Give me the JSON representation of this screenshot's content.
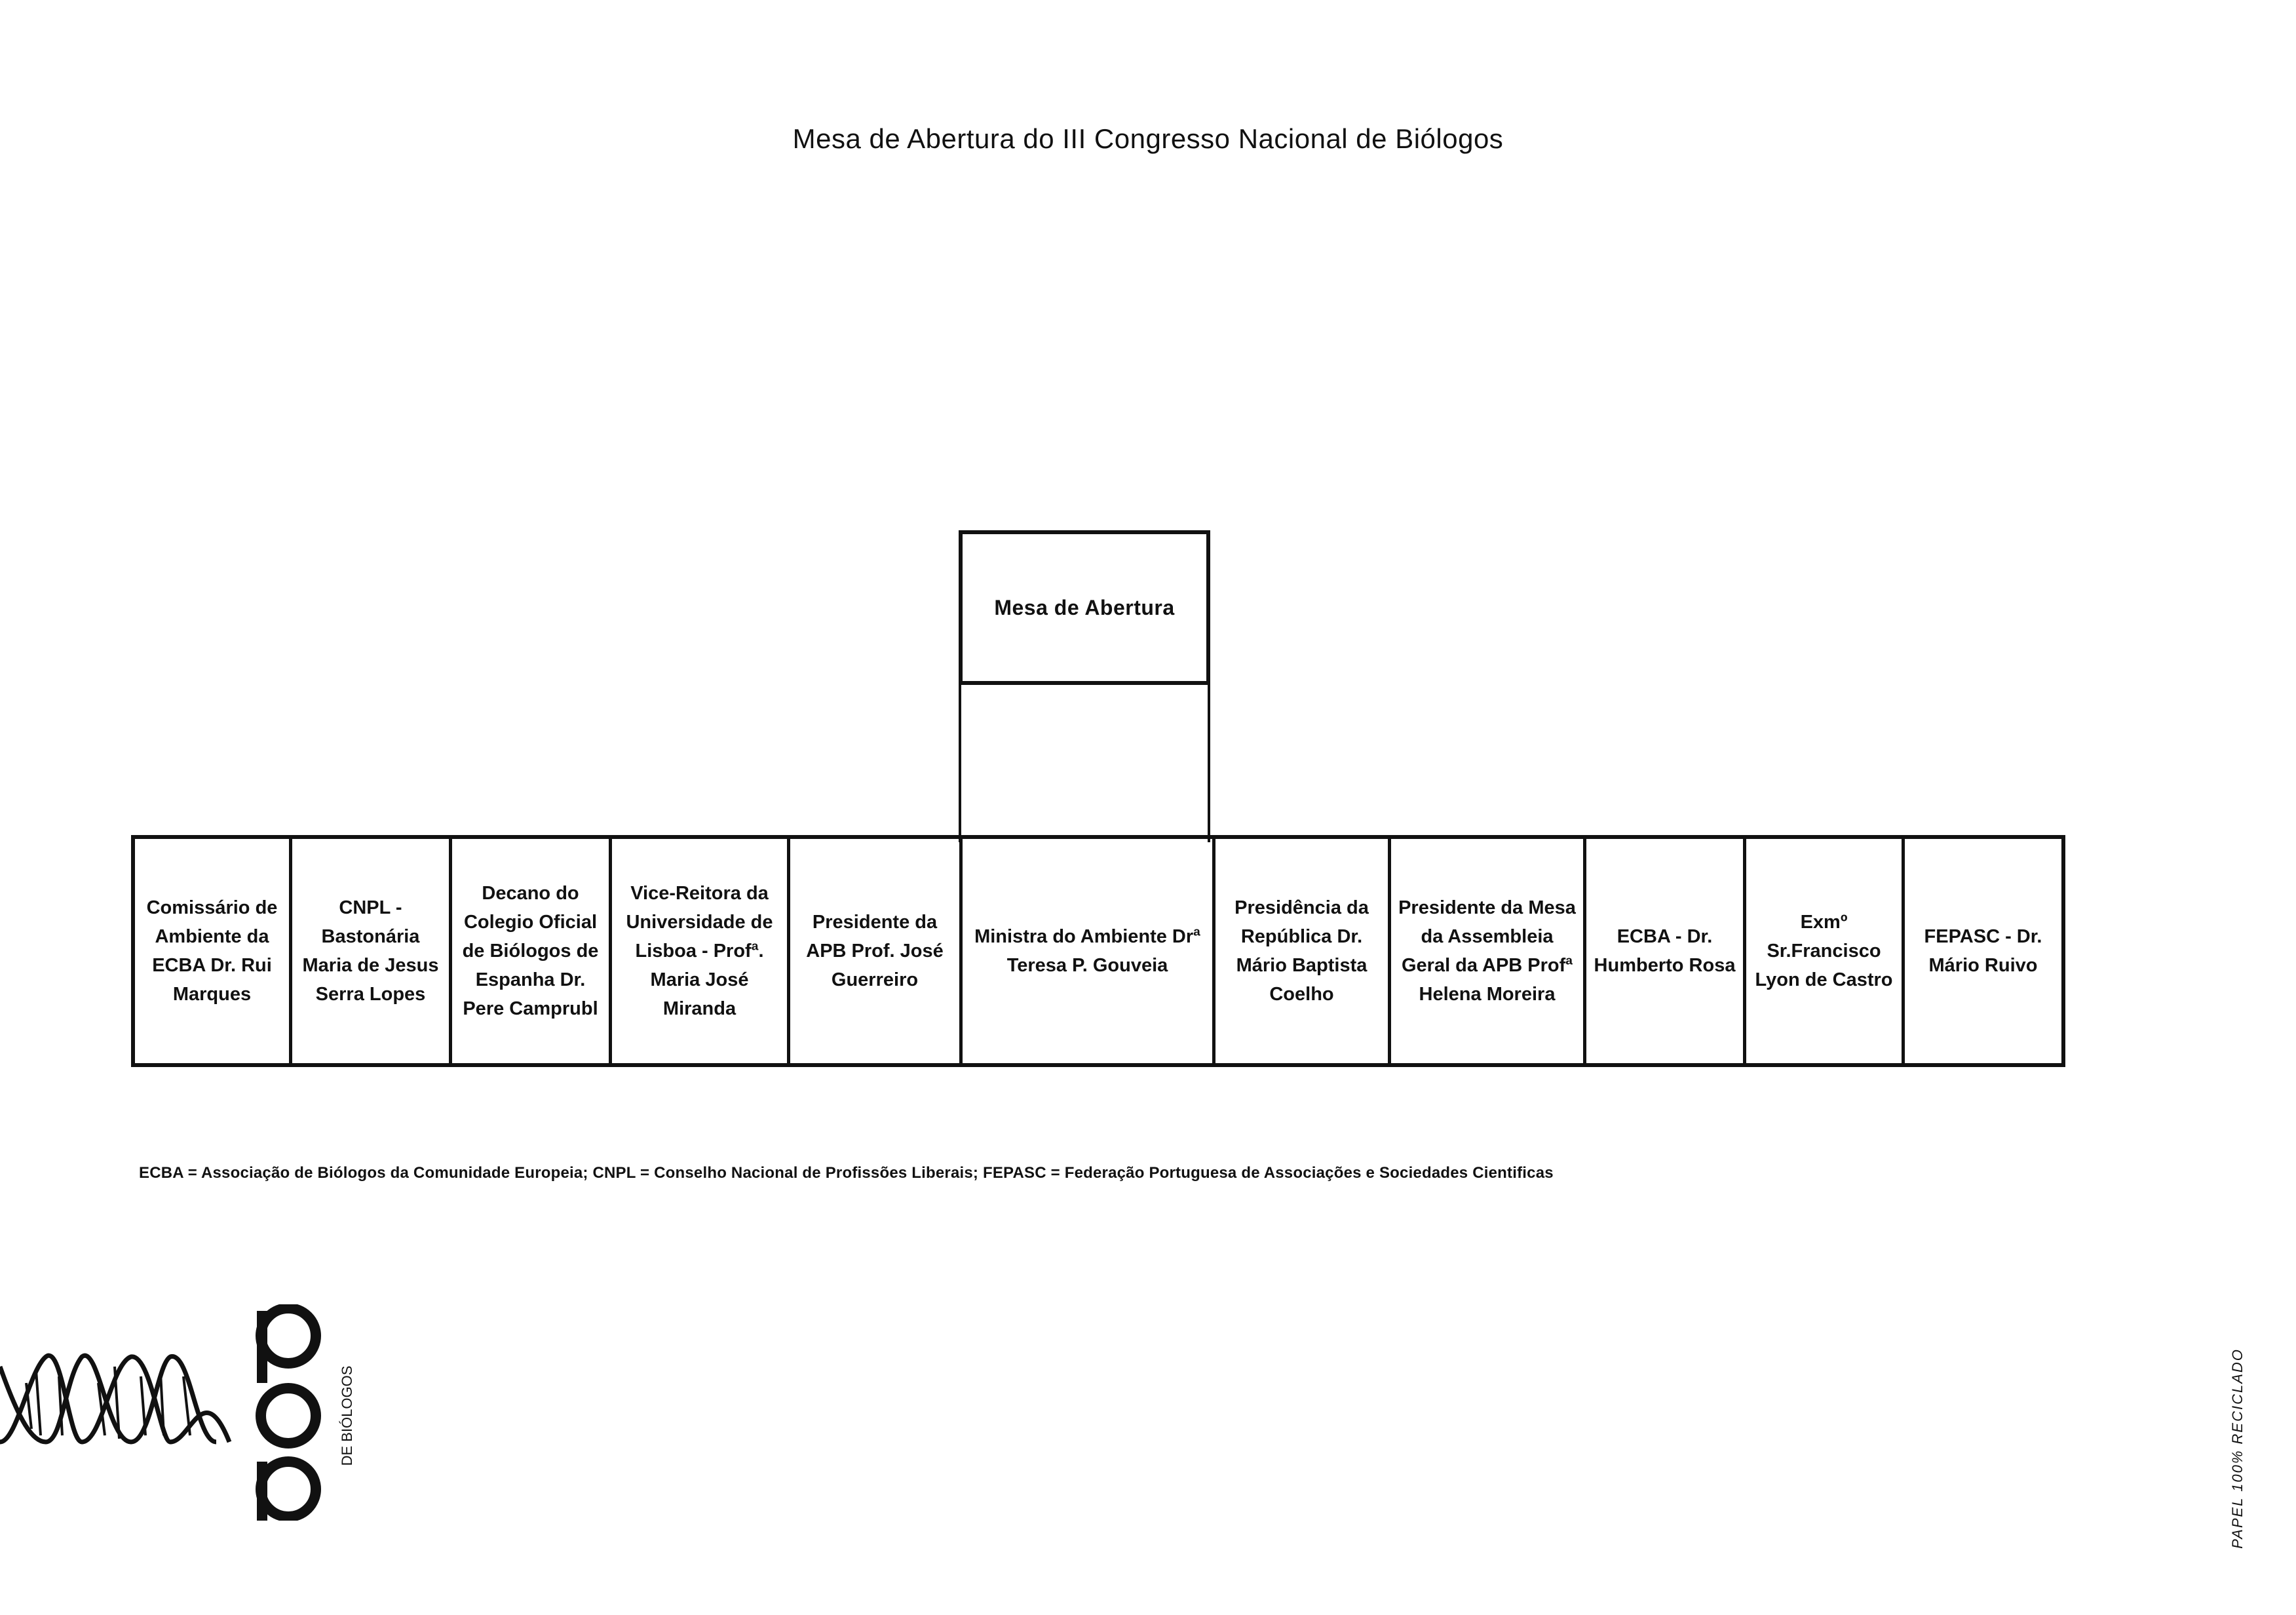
{
  "title": "Mesa de Abertura do III Congresso Nacional de Biólogos",
  "top_box_label": "Mesa de Abertura",
  "seats": [
    {
      "label": "Comissário de Ambiente da ECBA Dr. Rui Marques"
    },
    {
      "label": "CNPL - Bastonária Maria de Jesus Serra Lopes"
    },
    {
      "label": "Decano do Colegio Oficial de Biólogos de Espanha Dr. Pere Camprubl"
    },
    {
      "label": "Vice-Reitora da Universidade de Lisboa - Profª. Maria José Miranda"
    },
    {
      "label": "Presidente da APB Prof. José Guerreiro"
    },
    {
      "label": "Ministra do Ambiente Drª Teresa P. Gouveia"
    },
    {
      "label": "Presidência da República Dr. Mário Baptista Coelho"
    },
    {
      "label": "Presidente da Mesa da Assembleia Geral da APB Profª Helena Moreira"
    },
    {
      "label": "ECBA - Dr. Humberto Rosa"
    },
    {
      "label": "Exmº Sr.Francisco Lyon de Castro"
    },
    {
      "label": "FEPASC - Dr. Mário Ruivo"
    }
  ],
  "footnote": "ECBA = Associação de Biólogos da Comunidade Europeia; CNPL = Conselho Nacional de Profissões Liberais; FEPASC = Federação Portuguesa de Associações e Sociedades Cientificas",
  "logo": {
    "icon": "dna-helix-apb-logo",
    "text": "DE BIÓLOGOS"
  },
  "side_note": "PAPEL 100% RECICLADO"
}
